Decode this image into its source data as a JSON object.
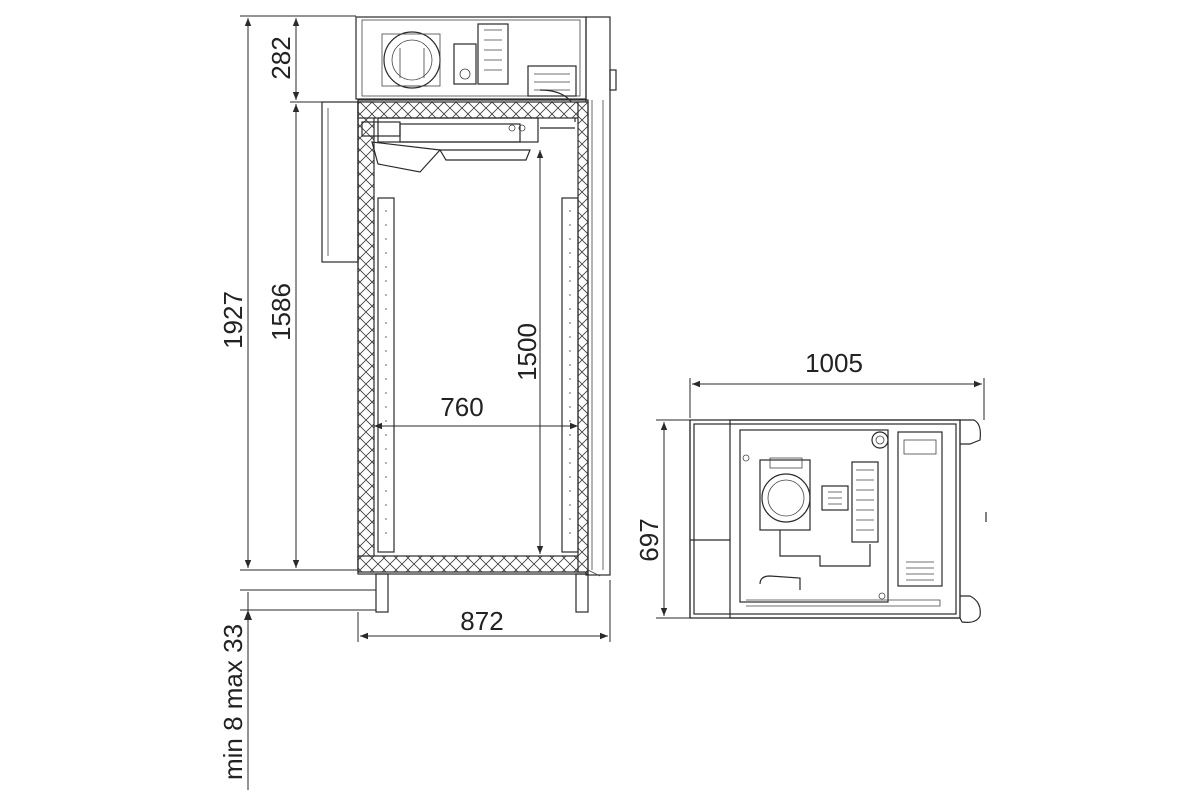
{
  "drawing": {
    "side_view": {
      "dimensions": {
        "total_height": "1927",
        "inner_height": "1586",
        "top_unit_height": "282",
        "shelf_height": "1500",
        "inner_width": "760",
        "outer_depth": "872",
        "leg_adjustment": "min 8 max 33"
      }
    },
    "top_view": {
      "dimensions": {
        "overall_width": "1005",
        "depth": "697"
      }
    },
    "colors": {
      "line": "#2a2a2a",
      "background": "#ffffff"
    }
  }
}
